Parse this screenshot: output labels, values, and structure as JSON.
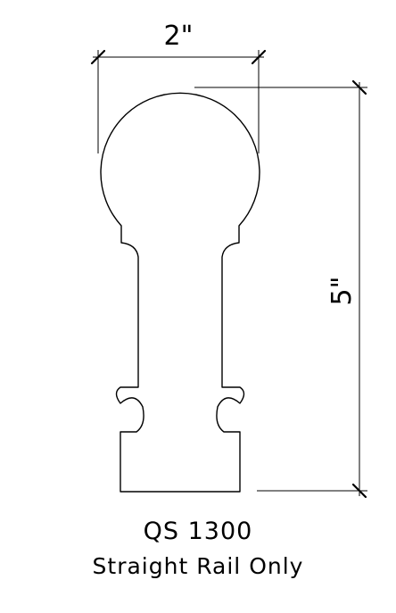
{
  "drawing": {
    "width_dimension": "2\"",
    "height_dimension": "5\""
  },
  "caption": {
    "model": "QS 1300",
    "note": "Straight Rail Only"
  }
}
